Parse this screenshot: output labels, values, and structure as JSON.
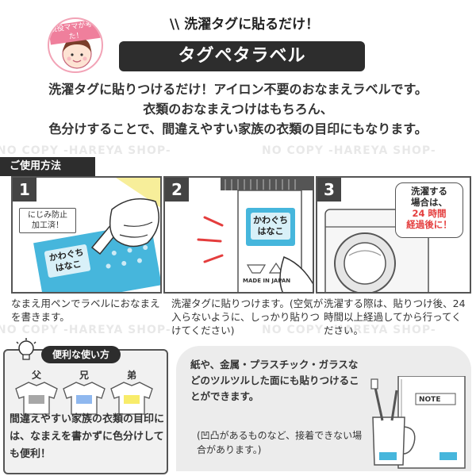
{
  "header": {
    "badge_text": "現役ママが考えた！",
    "top_line": "洗濯タグに貼るだけ！",
    "slash_left": "\\\\",
    "title": "タグペタラベル"
  },
  "intro": {
    "lines": [
      "洗濯タグに貼りつけるだけ！アイロン不要のおなまえラベルです。",
      "衣類のおなまえつけはもちろん、",
      "色分けすることで、間違えやすい家族の衣類の目印にもなります。"
    ]
  },
  "watermark": {
    "text": "NO COPY -HAREYA SHOP-"
  },
  "usage": {
    "tab_label": "ご使用方法",
    "steps": [
      {
        "num": "1",
        "note": "にじみ防止\n加工済！",
        "label_name": "かわぐち\nはなこ",
        "desc": "なまえ用ペンでラベルにおなまえを書きます。"
      },
      {
        "num": "2",
        "label_name": "かわぐち\nはなこ",
        "tag_text": "MADE IN JAPAN",
        "desc": "洗濯タグに貼りつけます。(空気が入らないように、しっかり貼りつけてください)"
      },
      {
        "num": "3",
        "bubble_line1": "洗濯する",
        "bubble_line2": "場合は、",
        "bubble_line3": "24 時間",
        "bubble_line4": "経過後に！",
        "desc": "洗濯する際は、貼りつけ後、24 時間以上経過してから行ってください。"
      }
    ]
  },
  "tip": {
    "title": "便利な使い方",
    "labels": [
      "父",
      "兄",
      "弟"
    ],
    "body": "間違えやすい家族の衣類の目印には、なまえを書かずに色分けしても便利！"
  },
  "info": {
    "main": "紙や、金属・プラスチック・ガラスなどのツルツルした面にも貼りつけることができます。",
    "sub": "(凹凸があるものなど、接着できない場合があります。)",
    "note_label": "NOTE"
  },
  "colors": {
    "accent_blue": "#46b6dc",
    "label_light": "#d8f0f8",
    "dark": "#2d2d2d",
    "warning_red": "#e43d3d",
    "badge_pink": "#ef7f9c"
  }
}
